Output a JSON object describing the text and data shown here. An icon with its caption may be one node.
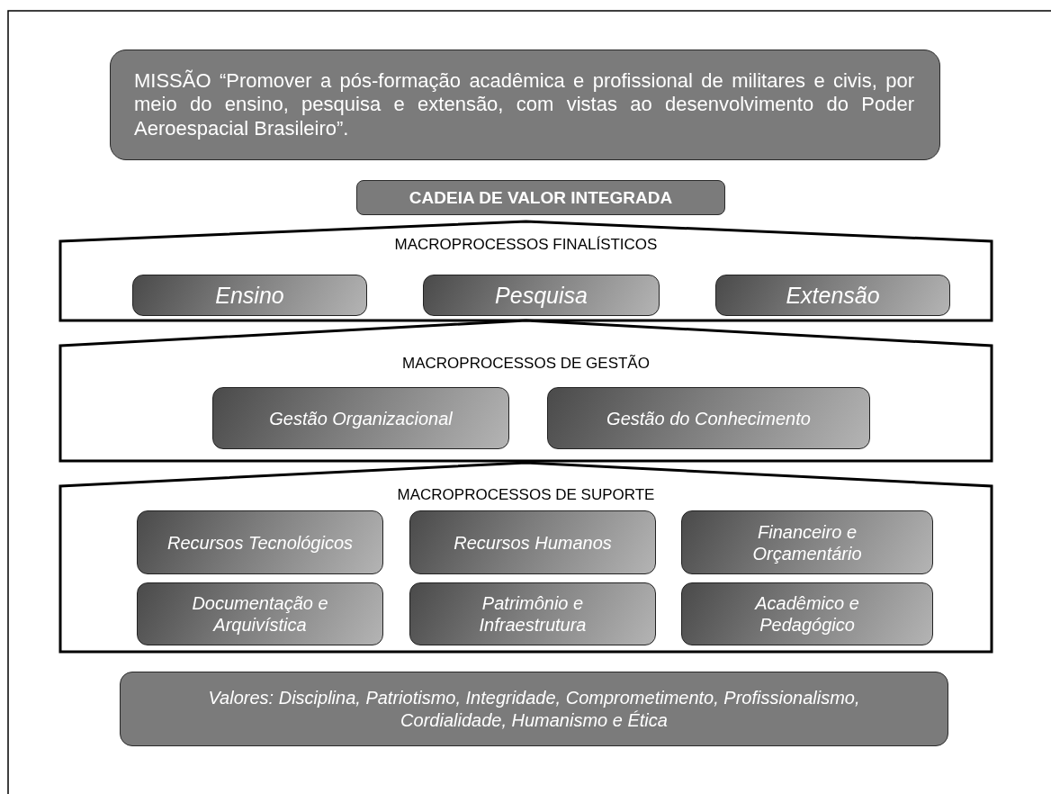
{
  "diagram": {
    "nodes": [
      {
        "text": [
          "MISSÃO “Promover a pós-formação acadêmica e profissional de militares e civis, por meio do ensino, pesquisa e extensão, com vistas ao desenvolvimento do Poder Aeroespacial Brasileiro”."
        ]
      },
      {
        "text": [
          "CADEIA DE VALOR INTEGRADA"
        ]
      },
      {
        "text": [
          "MACROPROCESSOS FINALÍSTICOS"
        ]
      },
      {
        "text": [
          "Ensino"
        ],
        "in": 2
      },
      {
        "text": [
          "Pesquisa"
        ],
        "in": 2
      },
      {
        "text": [
          "Extensão"
        ],
        "in": 2
      },
      {
        "text": [
          "MACROPROCESSOS DE GESTÃO"
        ]
      },
      {
        "text": [
          "Gestão Organizacional"
        ],
        "in": 6
      },
      {
        "text": [
          "Gestão do Conhecimento"
        ],
        "in": 6
      },
      {
        "text": [
          "MACROPROCESSOS DE SUPORTE"
        ]
      },
      {
        "text": [
          "Recursos Tecnológicos"
        ],
        "in": 9
      },
      {
        "text": [
          "Recursos Humanos"
        ],
        "in": 9
      },
      {
        "text": [
          "Financeiro e Orçamentário"
        ],
        "in": 9
      },
      {
        "text": [
          "Documentação e Arquivística"
        ],
        "in": 9
      },
      {
        "text": [
          "Patrimônio e Infraestrutura"
        ],
        "in": 9
      },
      {
        "text": [
          "Acadêmico e Pedagógico"
        ],
        "in": 9
      },
      {
        "text": [
          "Valores: Disciplina, Patriotismo, Integridade, Comprometimento, Profissionalismo, Cordialidade, Humanismo e Ética"
        ]
      }
    ]
  }
}
